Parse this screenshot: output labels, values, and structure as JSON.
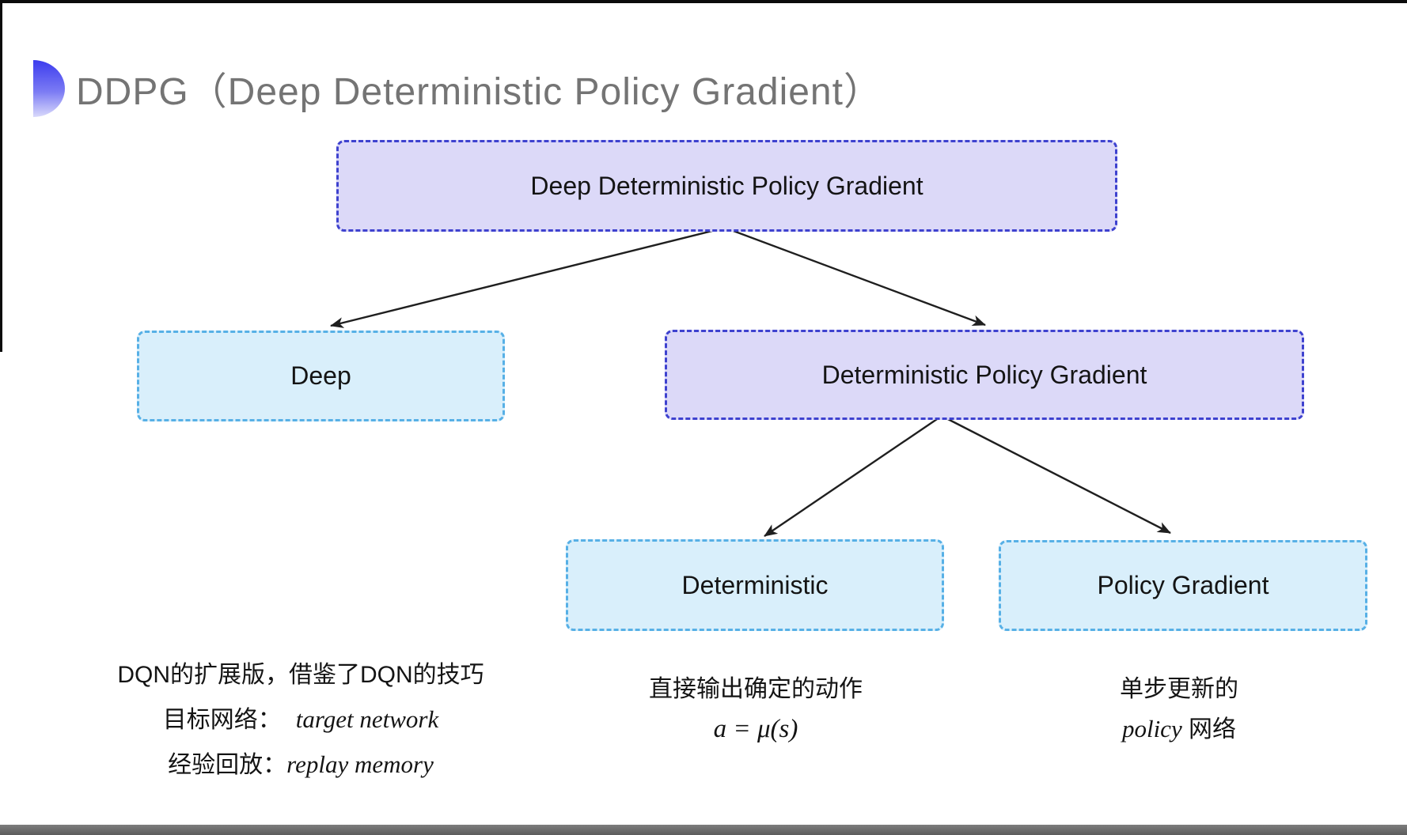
{
  "title": "DDPG（Deep Deterministic Policy Gradient）",
  "colors": {
    "purple_fill": "#dcd9f8",
    "purple_border": "#3e42cf",
    "cyan_fill": "#d9effb",
    "cyan_border": "#57b0e6",
    "title_gray": "#747474",
    "text": "#141414",
    "arrow": "#1f1f1f",
    "bullet_blue": "#3c3cee"
  },
  "tree": {
    "root": {
      "label": "Deep Deterministic Policy Gradient",
      "variant": "purple"
    },
    "level2": [
      {
        "label": "Deep",
        "variant": "cyan"
      },
      {
        "label": "Deterministic Policy Gradient",
        "variant": "purple"
      }
    ],
    "level3": [
      {
        "label": "Deterministic",
        "variant": "cyan"
      },
      {
        "label": "Policy Gradient",
        "variant": "cyan"
      }
    ]
  },
  "notes": {
    "deep": {
      "line1": "DQN的扩展版，借鉴了DQN的技巧",
      "line2_label": "目标网络：",
      "line2_value": "target network",
      "line3_label": "经验回放：",
      "line3_value": "replay memory"
    },
    "deterministic": {
      "line1": "直接输出确定的动作",
      "formula": "a = μ(s)"
    },
    "policy_gradient": {
      "line1": "单步更新的",
      "line2_italic": "policy",
      "line2_suffix": " 网络"
    }
  }
}
